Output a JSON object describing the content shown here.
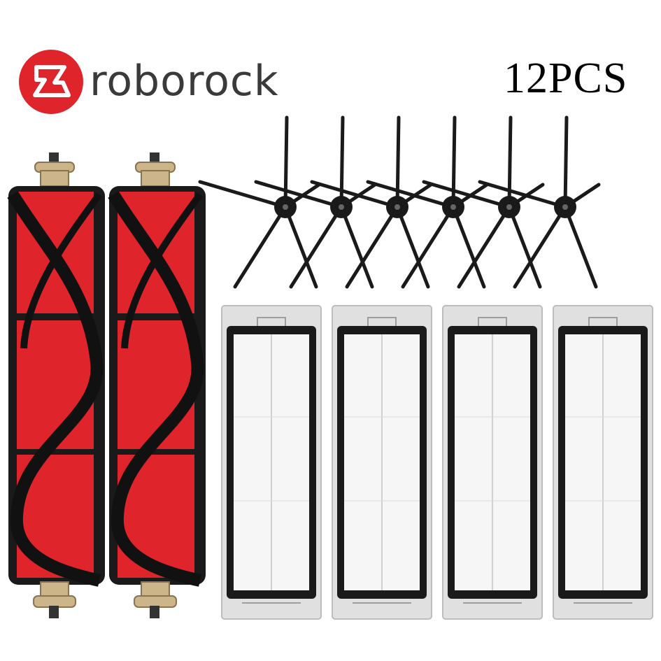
{
  "brand": {
    "name": "roborock",
    "logo_icon": "roborock-logo-icon",
    "logo_color": "#e0242b",
    "text_color": "#3a3a3a"
  },
  "quantity_label": "12PCS",
  "products": {
    "main_brushes": {
      "count": 2,
      "icon": "main-roller-brush-icon",
      "colors": {
        "body": "#e0242b",
        "bristles": "#1a1a1a",
        "caps": "#cdb58a"
      }
    },
    "side_brushes": {
      "count": 6,
      "icon": "side-brush-icon",
      "colors": {
        "arms": "#1a1a1a"
      }
    },
    "filters": {
      "count": 4,
      "icon": "hepa-filter-icon",
      "colors": {
        "frame": "#1a1a1a",
        "media": "#f6f6f6",
        "housing": "#d9d9d9"
      }
    }
  }
}
